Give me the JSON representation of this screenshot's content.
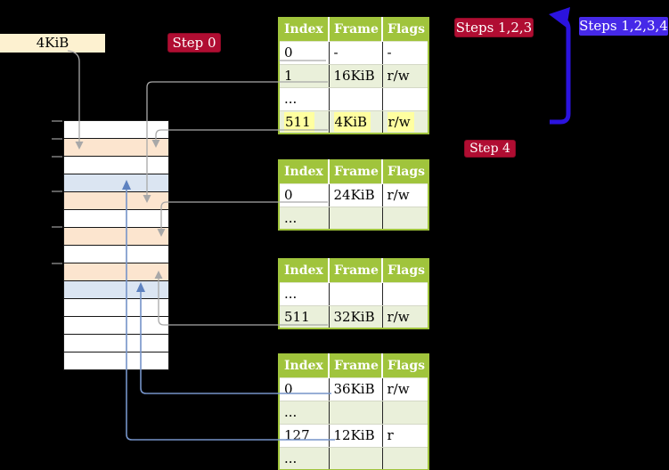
{
  "diagram": {
    "background": "#000000",
    "labels": {
      "frame_pointer": "4KiB",
      "step0": "Step 0",
      "steps123": "Steps 1,2,3",
      "steps1234": "Steps 1,2,3,4",
      "step4": "Step 4"
    },
    "colors": {
      "table_header_green": "#a0c43c",
      "table_row_green": "#eaf0da",
      "highlight_yellow": "#ffffa0",
      "label_crimson": "#b00d32",
      "label_blue_violet": "#4629e8",
      "big_arrow_blue": "#2b13de",
      "connector_gray": "#a8a8a8",
      "connector_blue": "#7593c8",
      "memory_frame_peach": "#fce5cf",
      "memory_frame_blue": "#dbe5f2",
      "pointer_label_wheat": "#fdf1d0"
    },
    "page_tables": [
      {
        "id": "level-table-1",
        "headers": [
          "Index",
          "Frame",
          "Flags"
        ],
        "rows": [
          {
            "index": "0",
            "frame": "-",
            "flags": "-"
          },
          {
            "index": "1",
            "frame": "16KiB",
            "flags": "r/w"
          },
          {
            "index": "...",
            "frame": "",
            "flags": ""
          },
          {
            "index": "511",
            "frame": "4KiB",
            "flags": "r/w",
            "highlighted": true
          }
        ]
      },
      {
        "id": "level-table-2",
        "headers": [
          "Index",
          "Frame",
          "Flags"
        ],
        "rows": [
          {
            "index": "0",
            "frame": "24KiB",
            "flags": "r/w"
          },
          {
            "index": "...",
            "frame": "",
            "flags": ""
          }
        ]
      },
      {
        "id": "level-table-3",
        "headers": [
          "Index",
          "Frame",
          "Flags"
        ],
        "rows": [
          {
            "index": "...",
            "frame": "",
            "flags": ""
          },
          {
            "index": "511",
            "frame": "32KiB",
            "flags": "r/w"
          }
        ]
      },
      {
        "id": "level-table-4",
        "headers": [
          "Index",
          "Frame",
          "Flags"
        ],
        "rows": [
          {
            "index": "0",
            "frame": "36KiB",
            "flags": "r/w"
          },
          {
            "index": "...",
            "frame": "",
            "flags": ""
          },
          {
            "index": "127",
            "frame": "12KiB",
            "flags": "r"
          },
          {
            "index": "...",
            "frame": "",
            "flags": ""
          }
        ]
      }
    ],
    "memory_column": {
      "row_colors": [
        "white",
        "peach",
        "white",
        "blue",
        "peach",
        "white",
        "peach",
        "white",
        "peach",
        "blue",
        "white",
        "white",
        "white",
        "white"
      ]
    }
  }
}
